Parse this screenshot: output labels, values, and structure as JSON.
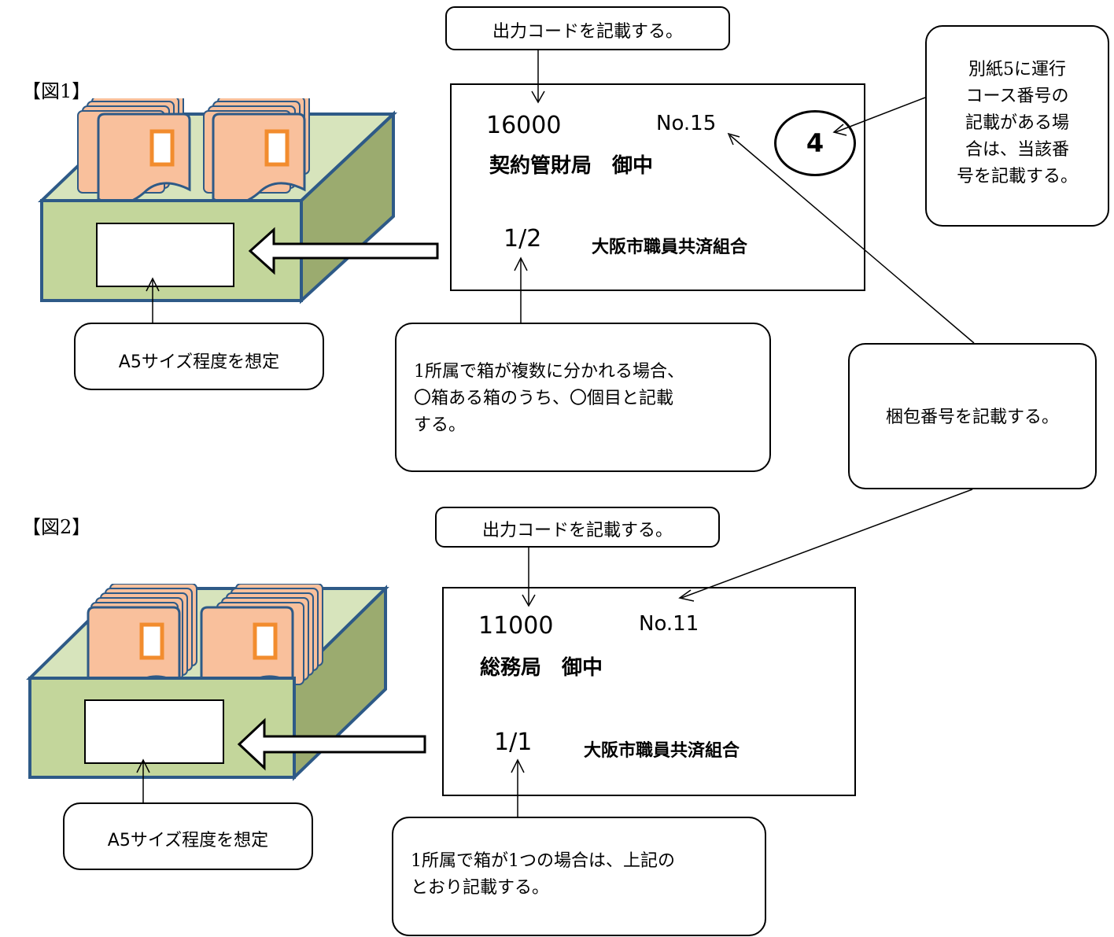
{
  "figures": [
    {
      "title": "【図1】",
      "output_code_callout": "出力コードを記載する。",
      "label": {
        "code": "16000",
        "number": "No.15",
        "department": "契約管財局　御中",
        "box_fraction": "1/2",
        "organization": "大阪市職員共済組合",
        "route_number": "4"
      },
      "a5_callout": "A5サイズ程度を想定",
      "fraction_callout": [
        "1所属で箱が複数に分かれる場合、",
        "〇箱ある箱のうち、〇個目と記載",
        "する。"
      ]
    },
    {
      "title": "【図2】",
      "output_code_callout": "出力コードを記載する。",
      "label": {
        "code": "11000",
        "number": "No.11",
        "department": "総務局　御中",
        "box_fraction": "1/1",
        "organization": "大阪市職員共済組合"
      },
      "a5_callout": "A5サイズ程度を想定",
      "fraction_callout": [
        "1所属で箱が1つの場合は、上記の",
        "とおり記載する。"
      ]
    }
  ],
  "route_callout": [
    "別紙5に運行",
    "コース番号の",
    "記載がある場",
    "合は、当該番",
    "号を記載する。"
  ],
  "package_callout": "梱包番号を記載する。",
  "colors": {
    "box_front": "#c3d69b",
    "box_side": "#9bab6f",
    "box_top": "#d7e4bc",
    "box_outline": "#2e5a87",
    "folder": "#f9c09c",
    "folder_outline": "#f28c2e"
  }
}
